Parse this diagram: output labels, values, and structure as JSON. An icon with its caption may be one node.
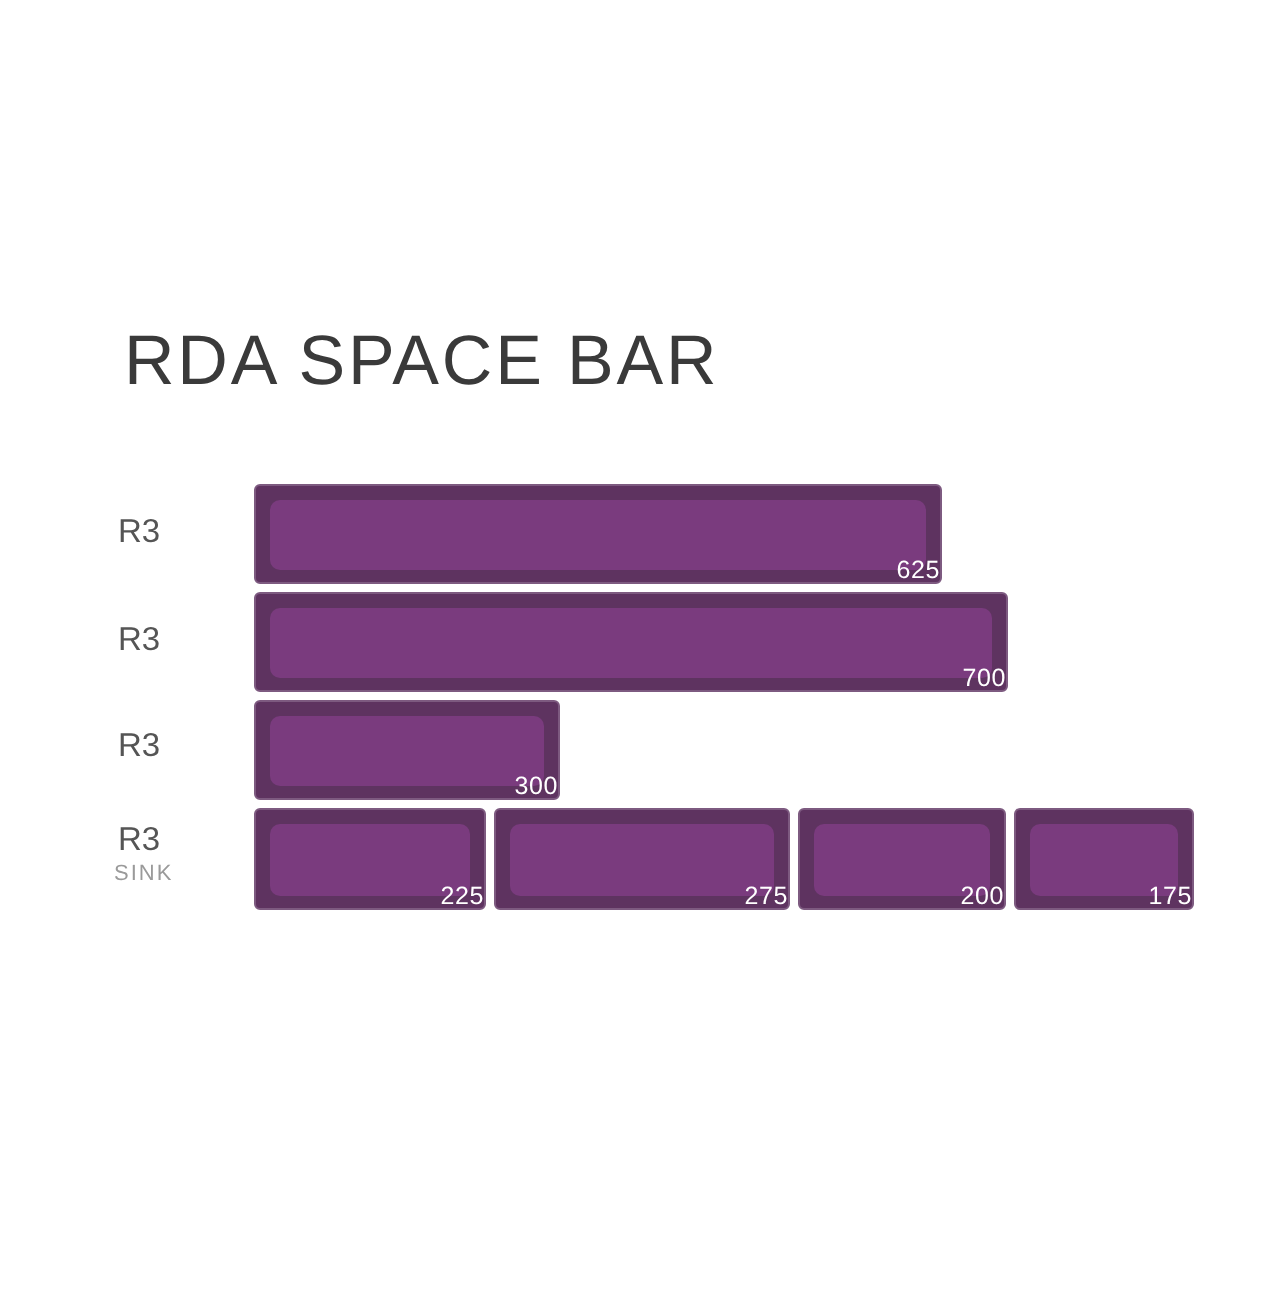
{
  "diagram": {
    "title": "RDA SPACE BAR",
    "nodes": [
      {
        "text": [
          "625"
        ]
      },
      {
        "text": [
          "700"
        ]
      },
      {
        "text": [
          "300"
        ]
      },
      {
        "text": [
          "225"
        ]
      },
      {
        "text": [
          "275"
        ]
      },
      {
        "text": [
          "200"
        ]
      },
      {
        "text": [
          "175"
        ]
      }
    ],
    "labels": [
      "R3",
      "R3",
      "R3",
      "R3",
      "SINK"
    ]
  }
}
